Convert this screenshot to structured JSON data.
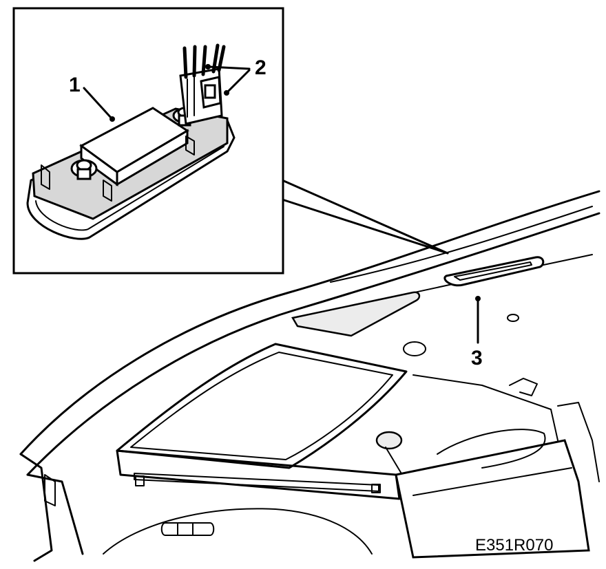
{
  "callouts": {
    "part1": "1",
    "part2": "2",
    "part3": "3"
  },
  "figure_code": "E351R070",
  "colors": {
    "line": "#000000",
    "shade": "#d7d7d7",
    "background": "#ffffff"
  }
}
